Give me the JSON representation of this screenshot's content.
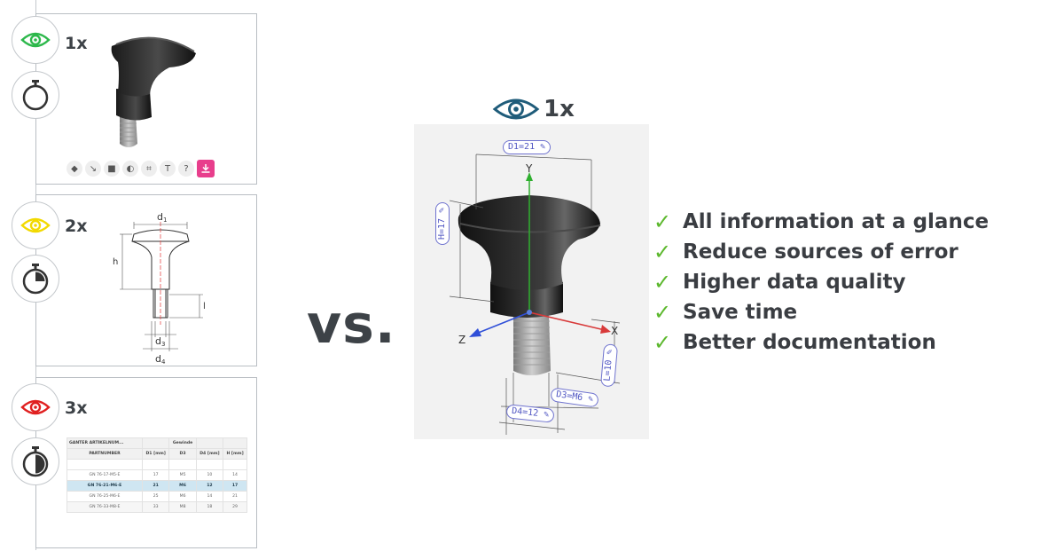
{
  "panels": {
    "top": {
      "count": "1x",
      "eye_color": "#2db84b",
      "clock_icon": "stopwatch-empty-icon"
    },
    "middle": {
      "count": "2x",
      "eye_color": "#f2d900",
      "clock_icon": "stopwatch-quarter-icon",
      "drawing": {
        "d1": "d",
        "d1_sub": "1",
        "h": "h",
        "l": "l",
        "d3": "d",
        "d3_sub": "3",
        "d4": "d",
        "d4_sub": "4"
      }
    },
    "bottom": {
      "count": "3x",
      "eye_color": "#e02020",
      "clock_icon": "stopwatch-half-icon",
      "table": {
        "header_title": "GANTER ARTIKELNUM...",
        "header_group": "Gewinde",
        "subheaders": [
          "PARTNUMBER",
          "D1 [mm]",
          "D3",
          "D4 [mm]",
          "H [mm]"
        ],
        "rows": [
          [
            "GN 76-17-M5-E",
            "17",
            "M5",
            "10",
            "14"
          ],
          [
            "GN 76-21-M6-E",
            "21",
            "M6",
            "12",
            "17"
          ],
          [
            "GN 76-25-M6-E",
            "25",
            "M6",
            "14",
            "21"
          ],
          [
            "GN 76-33-M8-E",
            "33",
            "M8",
            "18",
            "29"
          ]
        ]
      }
    }
  },
  "toolbar": {
    "icons": [
      "solid-view-icon",
      "measure-icon",
      "box-view-icon",
      "section-icon",
      "fit-view-icon",
      "text-size-icon",
      "help-icon",
      "download-icon"
    ]
  },
  "vs_label": "vs.",
  "center": {
    "count": "1x",
    "eye_color": "#1f5c7a",
    "axes": {
      "y": "Y",
      "x": "X",
      "z": "Z"
    },
    "dimensions": {
      "d1": "D1=21",
      "h": "H=17",
      "l": "L=10",
      "d3": "D3=M6",
      "d4": "D4=12"
    }
  },
  "benefits": [
    "All information at a glance",
    "Reduce sources of error",
    "Higher data quality",
    "Save time",
    "Better documentation"
  ],
  "colors": {
    "check": "#5cb82d",
    "highlight_row": "#cfe6f2",
    "download_button": "#e83e8c",
    "dimension": "#5157c3"
  }
}
